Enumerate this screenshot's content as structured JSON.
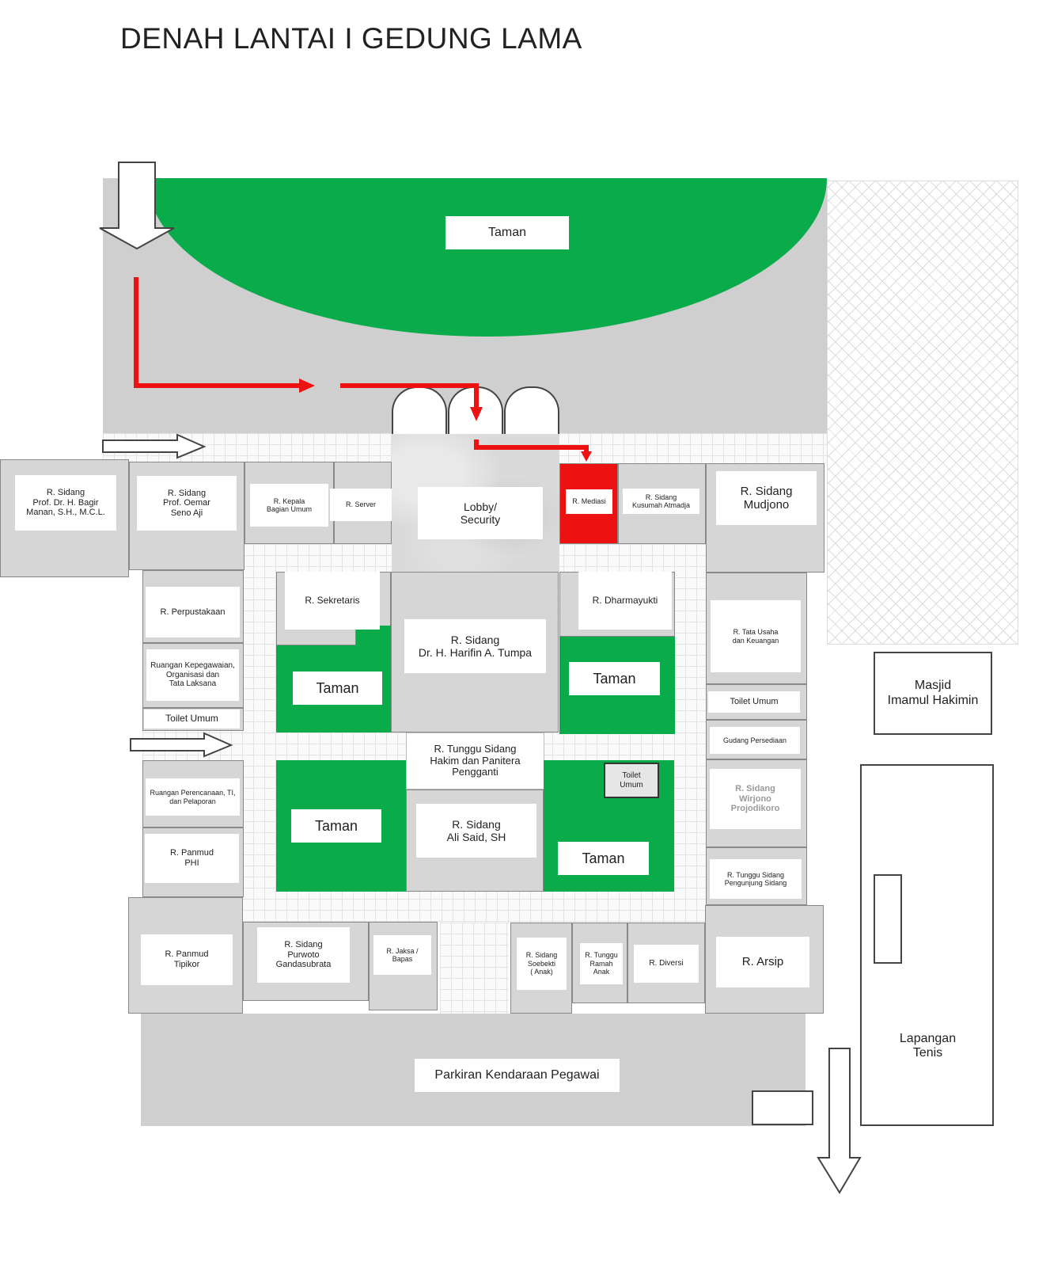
{
  "title": "DENAH LANTAI I GEDUNG LAMA",
  "colors": {
    "garden": "#0aab4a",
    "route": "#ee1111",
    "mediation_room": "#ee1111",
    "building": "#d6d6d6"
  },
  "icons": [
    "entrance-arrow-icon",
    "exit-arrow-icon",
    "route-arrow-icon",
    "corridor-arrow-icon"
  ],
  "labels": {
    "taman_top": "Taman",
    "sidang_bagir": "R. Sidang\nProf. Dr. H. Bagir\nManan, S.H., M.C.L.",
    "sidang_oemar": "R. Sidang\nProf. Oemar\nSeno Aji",
    "kepala_bagian": "R. Kepala\nBagian Umum",
    "server": "R. Server",
    "lobby": "Lobby/\nSecurity",
    "mediasi": "R. Mediasi",
    "sidang_kusumah": "R. Sidang\nKusumah Atmadja",
    "sidang_mudjono": "R. Sidang\nMudjono",
    "perpustakaan": "R. Perpustakaan",
    "kepegawaian": "Ruangan Kepegawaian,\nOrganisasi dan\nTata Laksana",
    "toilet_left": "Toilet Umum",
    "sekretaris": "R. Sekretaris",
    "taman_nw": "Taman",
    "sidang_harifin": "R. Sidang\nDr. H. Harifin A. Tumpa",
    "dharmayukti": "R. Dharmayukti",
    "taman_ne": "Taman",
    "tata_usaha": "R. Tata Usaha\ndan Keuangan",
    "toilet_right": "Toilet Umum",
    "gudang": "Gudang Persediaan",
    "masjid": "Masjid\nImamul Hakimin",
    "perencanaan": "Ruangan Perencanaan, TI,\ndan Pelaporan",
    "tunggu_hakim": "R. Tunggu Sidang\nHakim dan Panitera\nPengganti",
    "toilet_center": "Toilet\nUmum",
    "sidang_wirjono": "R. Sidang\nWirjono\nProjodikoro",
    "taman_sw": "Taman",
    "sidang_alisaid": "R. Sidang\nAli Said, SH",
    "taman_se": "Taman",
    "panmud_phi": "R. Panmud\nPHI",
    "tunggu_pengunjung": "R. Tunggu Sidang\nPengunjung Sidang",
    "panmud_tipikor": "R. Panmud\nTipikor",
    "sidang_purwoto": "R. Sidang\nPurwoto\nGandasubrata",
    "jaksa_bapas": "R. Jaksa /\nBapas",
    "sidang_soebekti": "R. Sidang\nSoebekti\n( Anak)",
    "tunggu_ramah_anak": "R. Tunggu\nRamah\nAnak",
    "diversi": "R. Diversi",
    "arsip": "R. Arsip",
    "lapangan_tenis": "Lapangan\nTenis",
    "parkiran": "Parkiran Kendaraan Pegawai"
  }
}
